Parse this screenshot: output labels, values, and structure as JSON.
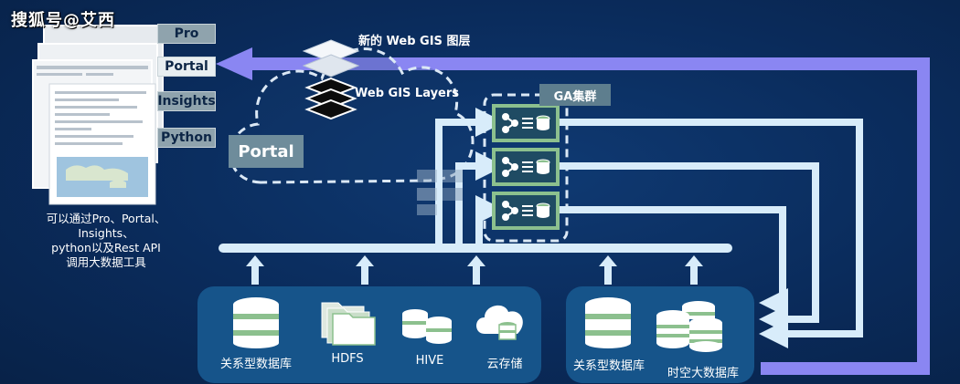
{
  "watermark": "搜狐号@艾西",
  "client_tabs": [
    "Pro",
    "Portal",
    "Insights",
    "Python"
  ],
  "client_caption": [
    "可以通过Pro、Portal、",
    "Insights、",
    "python以及Rest API",
    "调用大数据工具"
  ],
  "cloud": {
    "new_layers_label": "新的 Web GIS 图层",
    "layers_label": "Web GIS Layers",
    "portal_label": "Portal"
  },
  "ga_cluster": {
    "label": "GA集群",
    "node_count": 3
  },
  "data_sources_left": [
    "关系型数据库",
    "HDFS",
    "HIVE",
    "云存储"
  ],
  "data_sources_right": [
    "关系型数据库",
    "时空大数据库"
  ],
  "colors": {
    "background": "#0a2b5b",
    "flow_arrow": "#d8ecfa",
    "portal_arrow": "#8a86f2",
    "panel": "#16548a",
    "node_border": "#8cc08e"
  },
  "icons": {
    "database": "database-icon",
    "folders": "folders-icon",
    "cloud_storage": "cloud-storage-icon",
    "layers": "layers-icon",
    "node": "share-node-icon"
  }
}
